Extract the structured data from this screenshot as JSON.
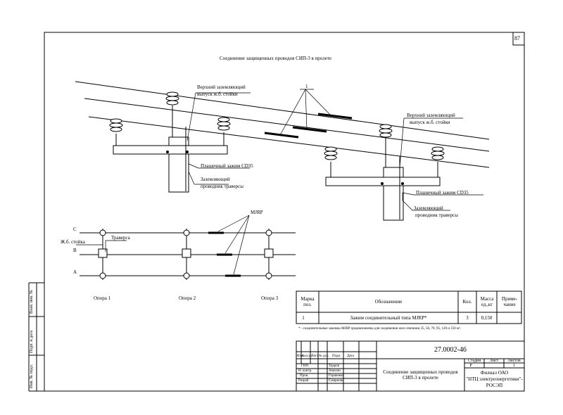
{
  "page_number": "87",
  "title": "Соединение защищенных проводов СИП-3 в пролете",
  "callout_1": "1",
  "top_left_labels": {
    "ground_line1": "Верхний заземляющий",
    "ground_line2": "выпуск ж.б. стойки",
    "clamp": "Плашечный зажим CD35",
    "conductor_line1": "Заземляющий",
    "conductor_line2": "проводник траверсы"
  },
  "top_right_labels": {
    "ground_line1": "Верхний заземляющий",
    "ground_line2": "выпуск ж.б. стойки",
    "clamp": "Плашечный зажим CD35",
    "conductor_line1": "Заземляющий",
    "conductor_line2": "проводник траверсы"
  },
  "plan": {
    "mjrp_label": "MJRP",
    "phase_c": "C",
    "phase_b": "B",
    "phase_a": "A",
    "pole_label": "Ж.б. стойка",
    "crossarm_label": "Траверса",
    "supports": [
      "Опора 1",
      "Опора 2",
      "Опора 3"
    ]
  },
  "spec_table": {
    "headers": [
      "Марка поз.",
      "Обозначение",
      "Кол.",
      "Масса ед.,кг",
      "Приме-чание"
    ],
    "rows": [
      [
        "1",
        "Зажим соединительный типа MJRP*",
        "3",
        "0,150",
        ""
      ]
    ],
    "footnote": "* - соединительные зажимы MJRP предназначены для соединения жил сечением 35, 50, 70, 95, 120 и 150 м²."
  },
  "left_margin": {
    "f1": "Взам. инв. №",
    "f2": "Подп. и дата",
    "f3": "Инв. № подл."
  },
  "title_block": {
    "doc_code": "27.0002-46",
    "change_headers": [
      "Изм.",
      "Кол.уч",
      "Лист",
      "№ док.",
      "Подп.",
      "Дата"
    ],
    "roles": [
      "ГИП",
      "Н. контр.",
      "Пров.",
      "Разраб."
    ],
    "names": [
      "Ударов",
      "Амелин",
      "Горшенко",
      "Смирнова"
    ],
    "drawing_title": "Соединение защищенных проводов СИП-3 в пролете",
    "stage_header": "Стадия",
    "sheet_header": "Лист",
    "sheets_header": "Листов",
    "stage": "Р",
    "sheet": "",
    "sheets": "1",
    "org_line1": "Филиал ОАО",
    "org_line2": "\"НТЦ электроэнергетики\"-",
    "org_line3": "РОСЭП"
  }
}
